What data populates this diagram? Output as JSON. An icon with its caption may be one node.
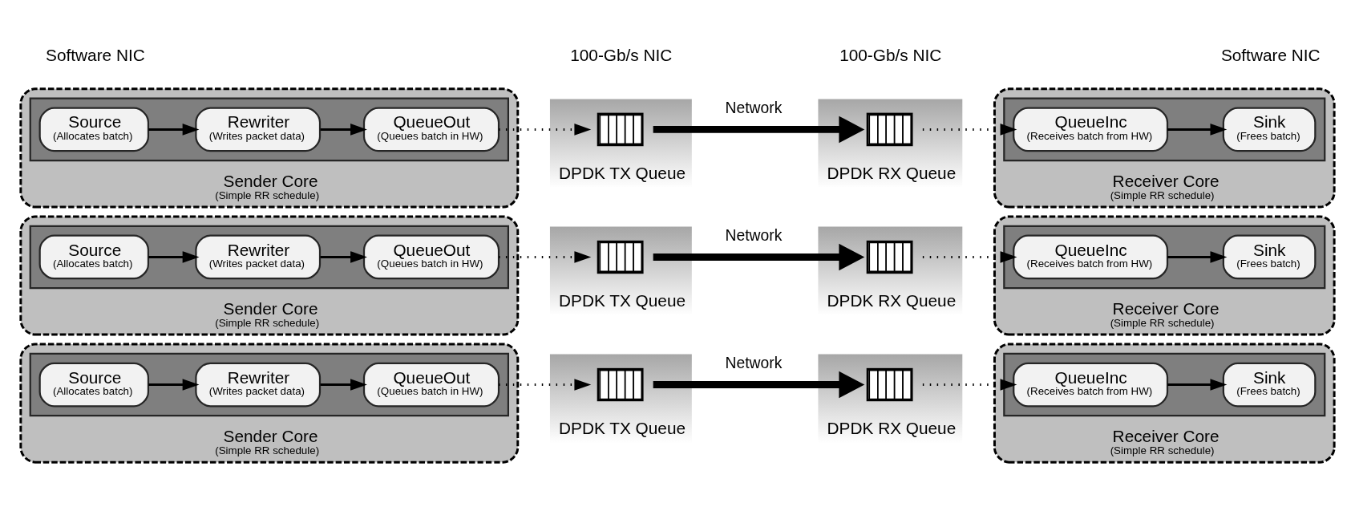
{
  "diagram": {
    "nodes": [
      {
        "text": [
          "Sender Core",
          "(Simple RR schedule)"
        ]
      },
      {
        "text": [],
        "shape": "box",
        "in": 0
      },
      {
        "text": [
          "Source",
          "(Allocates batch)"
        ],
        "in": 1
      },
      {
        "text": [
          "Rewriter",
          "(Writes packet data)"
        ],
        "in": 1
      },
      {
        "text": [
          "QueueOut",
          "(Queues batch in HW)"
        ],
        "in": 1
      },
      {
        "text": [
          "DPDK TX Queue"
        ]
      },
      {
        "text": [],
        "shape": "box",
        "in": 5
      },
      {
        "text": [
          "DPDK RX Queue"
        ]
      },
      {
        "text": [],
        "shape": "box",
        "in": 7
      },
      {
        "text": [
          "Receiver Core",
          "(Simple RR schedule)"
        ]
      },
      {
        "text": [],
        "shape": "box",
        "in": 9
      },
      {
        "text": [
          "QueueInc",
          "(Receives batch from HW)"
        ],
        "in": 10
      },
      {
        "text": [
          "Sink",
          "(Frees batch)"
        ],
        "in": 10
      },
      {
        "text": [
          "Sender Core",
          "(Simple RR schedule)"
        ]
      },
      {
        "text": [],
        "shape": "box",
        "in": 13
      },
      {
        "text": [
          "Source",
          "(Allocates batch)"
        ],
        "in": 14
      },
      {
        "text": [
          "Rewriter",
          "(Writes packet data)"
        ],
        "in": 14
      },
      {
        "text": [
          "QueueOut",
          "(Queues batch in HW)"
        ],
        "in": 14
      },
      {
        "text": [
          "DPDK TX Queue"
        ]
      },
      {
        "text": [],
        "shape": "box",
        "in": 18
      },
      {
        "text": [
          "DPDK RX Queue"
        ]
      },
      {
        "text": [],
        "shape": "box",
        "in": 20
      },
      {
        "text": [
          "Receiver Core",
          "(Simple RR schedule)"
        ]
      },
      {
        "text": [],
        "shape": "box",
        "in": 22
      },
      {
        "text": [
          "QueueInc",
          "(Receives batch from HW)"
        ],
        "in": 23
      },
      {
        "text": [
          "Sink",
          "(Frees batch)"
        ],
        "in": 23
      },
      {
        "text": [
          "Sender Core",
          "(Simple RR schedule)"
        ]
      },
      {
        "text": [],
        "shape": "box",
        "in": 26
      },
      {
        "text": [
          "Source",
          "(Allocates batch)"
        ],
        "in": 27
      },
      {
        "text": [
          "Rewriter",
          "(Writes packet data)"
        ],
        "in": 27
      },
      {
        "text": [
          "QueueOut",
          "(Queues batch in HW)"
        ],
        "in": 27
      },
      {
        "text": [
          "DPDK TX Queue"
        ]
      },
      {
        "text": [],
        "shape": "box",
        "in": 31
      },
      {
        "text": [
          "DPDK RX Queue"
        ]
      },
      {
        "text": [],
        "shape": "box",
        "in": 33
      },
      {
        "text": [
          "Receiver Core",
          "(Simple RR schedule)"
        ]
      },
      {
        "text": [],
        "shape": "box",
        "in": 35
      },
      {
        "text": [
          "QueueInc",
          "(Receives batch from HW)"
        ],
        "in": 36
      },
      {
        "text": [
          "Sink",
          "(Frees batch)"
        ],
        "in": 36
      }
    ],
    "edges": [
      {
        "from": 2,
        "to": 3,
        "arrow": "to"
      },
      {
        "from": 3,
        "to": 4,
        "arrow": "to"
      },
      {
        "from": 4,
        "to": 6,
        "arrow": "to",
        "style": "dashed"
      },
      {
        "from": 6,
        "to": 8,
        "arrow": "to",
        "style": "thick",
        "label": "Network"
      },
      {
        "from": 8,
        "to": 11,
        "arrow": "to",
        "style": "dashed"
      },
      {
        "from": 11,
        "to": 12,
        "arrow": "to"
      },
      {
        "from": 15,
        "to": 16,
        "arrow": "to"
      },
      {
        "from": 16,
        "to": 17,
        "arrow": "to"
      },
      {
        "from": 17,
        "to": 19,
        "arrow": "to",
        "style": "dashed"
      },
      {
        "from": 19,
        "to": 21,
        "arrow": "to",
        "style": "thick",
        "label": "Network"
      },
      {
        "from": 21,
        "to": 24,
        "arrow": "to",
        "style": "dashed"
      },
      {
        "from": 24,
        "to": 25,
        "arrow": "to"
      },
      {
        "from": 28,
        "to": 29,
        "arrow": "to"
      },
      {
        "from": 29,
        "to": 30,
        "arrow": "to"
      },
      {
        "from": 30,
        "to": 32,
        "arrow": "to",
        "style": "dashed"
      },
      {
        "from": 32,
        "to": 34,
        "arrow": "to",
        "style": "thick",
        "label": "Network"
      },
      {
        "from": 34,
        "to": 37,
        "arrow": "to",
        "style": "dashed"
      },
      {
        "from": 37,
        "to": 38,
        "arrow": "to"
      }
    ],
    "labels": [
      "Software NIC",
      "100-Gb/s NIC",
      "100-Gb/s NIC",
      "Software NIC"
    ]
  }
}
